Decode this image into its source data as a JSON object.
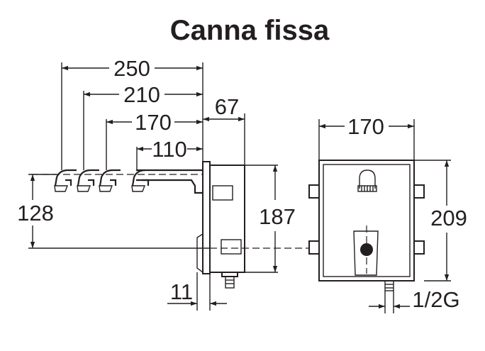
{
  "title": "Canna fissa",
  "dimensions": {
    "spout_250": "250",
    "spout_210": "210",
    "spout_170": "170",
    "spout_110": "110",
    "depth_67": "67",
    "height_128": "128",
    "height_187": "187",
    "offset_11": "11",
    "width_170": "170",
    "height_209": "209",
    "thread": "1/2G"
  },
  "colors": {
    "line": "#231f20",
    "background": "#ffffff"
  }
}
